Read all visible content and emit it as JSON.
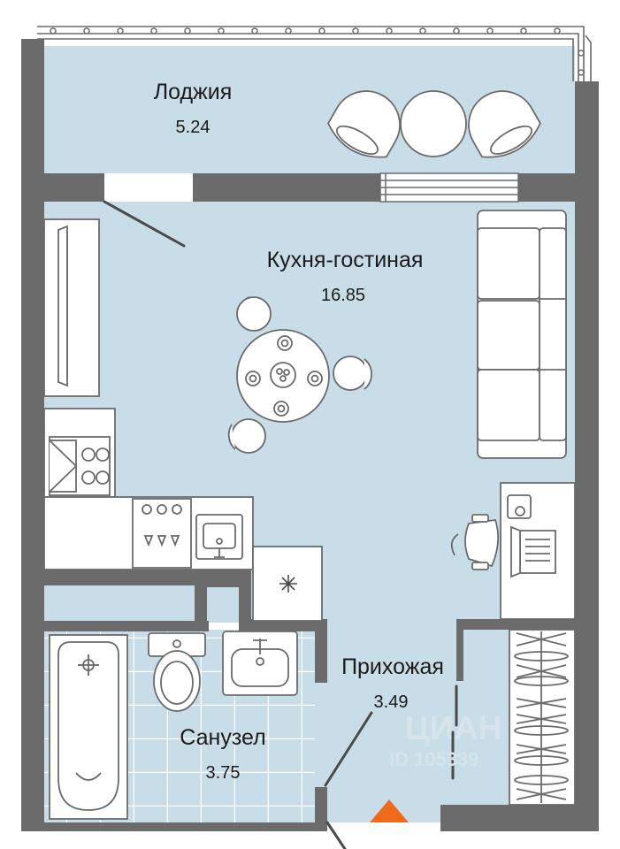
{
  "plan": {
    "rooms": [
      {
        "name": "Лоджия",
        "area": "5.24"
      },
      {
        "name": "Кухня-гостиная",
        "area": "16.85"
      },
      {
        "name": "Прихожая",
        "area": "3.49"
      },
      {
        "name": "Санузел",
        "area": "3.75"
      }
    ],
    "watermark": {
      "brand": "ЦИАН",
      "id": "ID 105339"
    }
  },
  "colors": {
    "floor": "#c8dde8",
    "wall": "#6b6b6b",
    "furniture_fill": "#ffffff",
    "furniture_stroke": "#6b6b6b",
    "entrance_marker": "#f06a1b"
  },
  "icons": [
    "entrance-arrow-icon",
    "smoke-detector-icon",
    "gas-burner-icon"
  ]
}
